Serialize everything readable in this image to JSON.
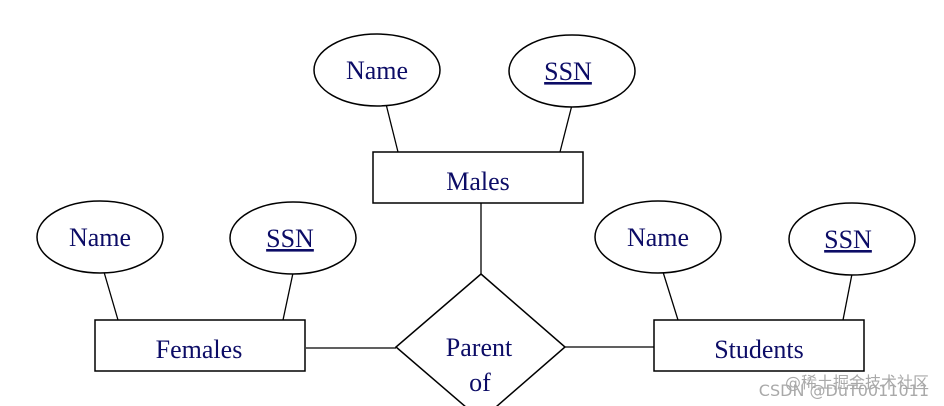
{
  "colors": {
    "text": "#0c0c66",
    "stroke": "#000000",
    "watermark": "#a9a9a9"
  },
  "entities": {
    "males": "Males",
    "females": "Females",
    "students": "Students"
  },
  "relationship": {
    "line1": "Parent",
    "line2": "of"
  },
  "attributes": {
    "males_name": "Name",
    "males_ssn": "SSN",
    "females_name": "Name",
    "females_ssn": "SSN",
    "students_name": "Name",
    "students_ssn": "SSN"
  },
  "watermark": {
    "top": "@稀土掘金技术社区",
    "bottom": "CSDN @DuT0011011"
  }
}
